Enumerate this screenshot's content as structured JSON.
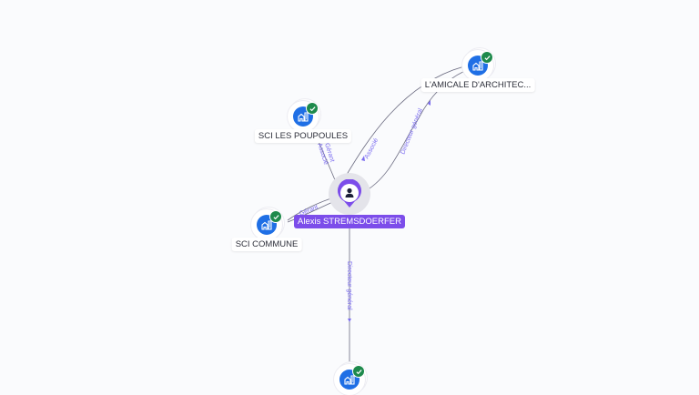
{
  "colors": {
    "background": "#fafbfd",
    "person_accent": "#7c4dea",
    "company_icon_bg": "#1f6fe5",
    "verified_badge": "#1e8a4c",
    "edge_line": "#6b6b80",
    "edge_label": "#7b6cf0"
  },
  "center_person": {
    "name": "Alexis STREMSDOERFER",
    "icon": "person-icon"
  },
  "companies": [
    {
      "id": "amicale",
      "name": "L'AMICALE D'ARCHITEC...",
      "icon": "building-icon",
      "badge": "check-icon"
    },
    {
      "id": "poupoules",
      "name": "SCI LES POUPOULES",
      "icon": "building-icon",
      "badge": "check-icon"
    },
    {
      "id": "commune",
      "name": "SCI COMMUNE",
      "icon": "building-icon",
      "badge": "check-icon"
    },
    {
      "id": "bottom",
      "name": "",
      "icon": "building-icon",
      "badge": "check-icon"
    }
  ],
  "edges": [
    {
      "to": "amicale",
      "label": "Associé"
    },
    {
      "to": "amicale",
      "label": "Directeur général"
    },
    {
      "to": "poupoules",
      "label_line1": "Gérant",
      "label_line2": "Associé"
    },
    {
      "to": "commune",
      "label": "Gérant"
    },
    {
      "to": "bottom",
      "label": "Directeur général"
    }
  ]
}
